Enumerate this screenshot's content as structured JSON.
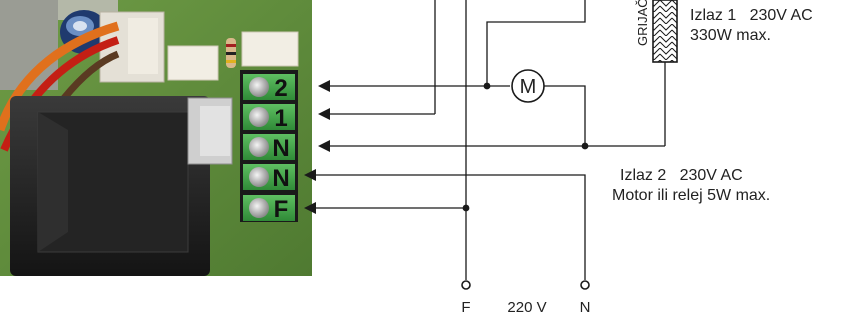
{
  "terminals": [
    {
      "id": "t2",
      "label": "2"
    },
    {
      "id": "t1",
      "label": "1"
    },
    {
      "id": "tn1",
      "label": "N"
    },
    {
      "id": "tn2",
      "label": "N"
    },
    {
      "id": "tf",
      "label": "F"
    }
  ],
  "motor": {
    "symbol": "M"
  },
  "heater": {
    "vertical_label": "GRIJAČ"
  },
  "output1": {
    "line1": "Izlaz 1   230V AC",
    "line2": "330W max."
  },
  "output2": {
    "line1": "Izlaz 2   230V AC",
    "line2": "Motor ili relej 5W max."
  },
  "supply": {
    "phase": "F",
    "voltage": "220 V",
    "neutral": "N",
    "cut_text": "~"
  },
  "colors": {
    "board_green": "#5d8a3a",
    "terminal_green": "#3f9a45",
    "wire_orange": "#e0701d",
    "wire_red": "#c41f14",
    "transformer": "#2a2a2a"
  }
}
